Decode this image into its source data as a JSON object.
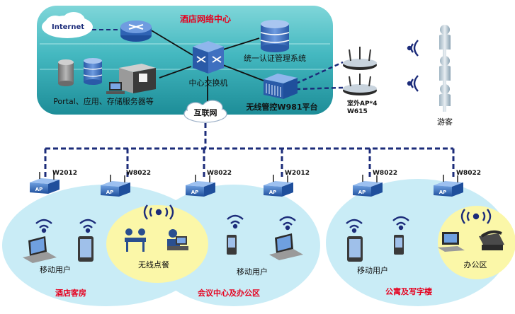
{
  "center": {
    "title": "酒店网络中心",
    "internet_label": "Internet",
    "core_switch_label": "中心交换机",
    "auth_label": "统一认证管理系统",
    "servers_label": "Portal、应用、存储服务器等",
    "controller_label": "无线管控W981平台"
  },
  "internet_cloud_label": "互联网",
  "outdoor_ap": {
    "label": "室外AP*4",
    "model": "W615"
  },
  "guests_label": "游客",
  "aps": [
    {
      "model": "W2012",
      "badge": "AP"
    },
    {
      "model": "W8022",
      "badge": "AP"
    },
    {
      "model": "W8022",
      "badge": "AP"
    },
    {
      "model": "W2012",
      "badge": "AP"
    },
    {
      "model": "W8022",
      "badge": "AP"
    },
    {
      "model": "W8022",
      "badge": "AP"
    }
  ],
  "zones": {
    "hotel_rooms": "酒店客房",
    "conference": "会议中心及办公区",
    "apartments": "公寓及写字楼",
    "ordering": "无线点餐",
    "office": "办公区",
    "mobile_users": "移动用户"
  },
  "colors": {
    "panel_top": "#4fc4c8",
    "panel_bottom": "#1f8f9a",
    "zone_fill": "#c9ecf6",
    "highlight_fill": "#fbf7a8",
    "trunk_line": "#1c2c7a",
    "title_red": "#e6001e"
  }
}
